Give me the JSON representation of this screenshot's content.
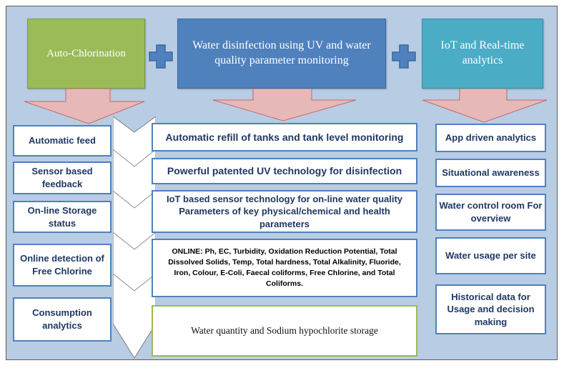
{
  "headers": {
    "auto_chlorination": "Auto-Chlorination",
    "water_disinfection": "Water disinfection using UV and water quality parameter monitoring",
    "iot_analytics": "IoT and Real-time analytics"
  },
  "left_column": [
    "Automatic feed",
    "Sensor based feedback",
    "On-line Storage status",
    "Online detection of Free Chlorine",
    "Consumption analytics"
  ],
  "middle_column": {
    "refill": "Automatic refill of tanks and tank level monitoring",
    "uv": "Powerful patented UV technology for disinfection",
    "iot_sensor": "IoT based sensor technology for on-line water quality Parameters of key physical/chemical and health parameters",
    "online_list": "ONLINE:  Ph, EC, Turbidity, Oxidation Reduction Potential, Total Dissolved Solids, Temp, Total hardness, Total Alkalinity, Fluoride, Iron, Colour, E-Coli, Faecal coliforms, Free Chlorine, and Total Coliforms.",
    "storage": "Water quantity and Sodium hypochlorite storage"
  },
  "right_column": [
    "App driven analytics",
    "Situational awareness",
    "Water control room For overview",
    "Water usage per site",
    "Historical data for Usage and decision making"
  ],
  "colors": {
    "background": "#b8cce4",
    "green_header": "#9bbb59",
    "blue_header": "#4f81bd",
    "cyan_header": "#4bacc6",
    "arrow_fill": "#e6b9b8",
    "box_border": "#4f81bd",
    "text": "#1f3864"
  }
}
